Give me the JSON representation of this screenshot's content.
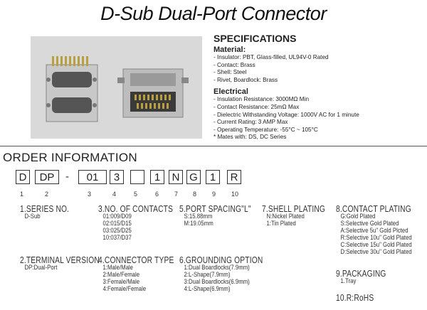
{
  "title": "D-Sub Dual-Port Connector",
  "specs": {
    "heading": "SPECIFICATIONS",
    "material_heading": "Material:",
    "material": [
      "- Insulator: PBT, Glass-filled, UL94V-0 Rated",
      "- Contact: Brass",
      "- Shell: Steel",
      "- Rivet, Boardlock: Brass"
    ],
    "electrical_heading": "Electrical",
    "electrical": [
      "- Insulation Resistance: 3000MΩ Min",
      "- Contact Resistance: 25mΩ Max",
      "- Dielectric Withstanding Voltage: 1000V AC for 1 minute",
      "- Current Rating: 3 AMP Max",
      "- Operating Temperature: -55°C ~ 105°C",
      "* Mates with: DS, DC Series"
    ]
  },
  "order": {
    "title": "ORDER INFORMATION",
    "boxes": [
      "D",
      "DP",
      "-",
      "01",
      "3",
      "",
      "1",
      "N",
      "G",
      "1",
      "R"
    ],
    "numbers": [
      "1",
      "2",
      "3",
      "4",
      "5",
      "6",
      "7",
      "8",
      "9",
      "10"
    ]
  },
  "categories": {
    "series": {
      "heading": "1.SERIES NO.",
      "options": [
        "D-Sub"
      ]
    },
    "terminal": {
      "heading": "2.TERMINAL VERSION",
      "options": [
        "DP:Dual-Port"
      ]
    },
    "contacts": {
      "heading": "3.NO. OF CONTACTS",
      "options": [
        "01:009/D09",
        "02:015/D15",
        "03:025/D25",
        "10:037/D37"
      ]
    },
    "connector": {
      "heading": "4.CONNECTOR TYPE",
      "options": [
        "1:Male/Male",
        "2:Male/Female",
        "3:Female/Male",
        "4:Female/Female"
      ]
    },
    "spacing": {
      "heading": "5.PORT SPACING\"L\"",
      "options": [
        "S:15.88mm",
        "M:19.05mm"
      ]
    },
    "grounding": {
      "heading": "6.GROUNDING OPTION",
      "options": [
        "1:Dual Boardlocks(7.9mm)",
        "2:L-Shape(7.9mm)",
        "3:Dual Boardlocks(6.9mm)",
        "4:L-Shape(6.9mm)"
      ]
    },
    "shell": {
      "heading": "7.SHELL PLATING",
      "options": [
        "N:Nickel Plated",
        "1:Tin Plated"
      ]
    },
    "contact_plating": {
      "heading": "8.CONTACT PLATING",
      "options": [
        "G:Gold Plated",
        "S:Selective Gold Plated",
        "A:Selective 5u\" Gold Plcted",
        "R:Selective 10u\" Gold Plated",
        "C:Selective 15u\" Gold Plated",
        "D:Selective 30u\" Gold Plated"
      ]
    },
    "packaging": {
      "heading": "9.PACKAGING",
      "options": [
        "1.Tray"
      ]
    },
    "rohs": {
      "heading": "10.R:RoHS"
    }
  }
}
